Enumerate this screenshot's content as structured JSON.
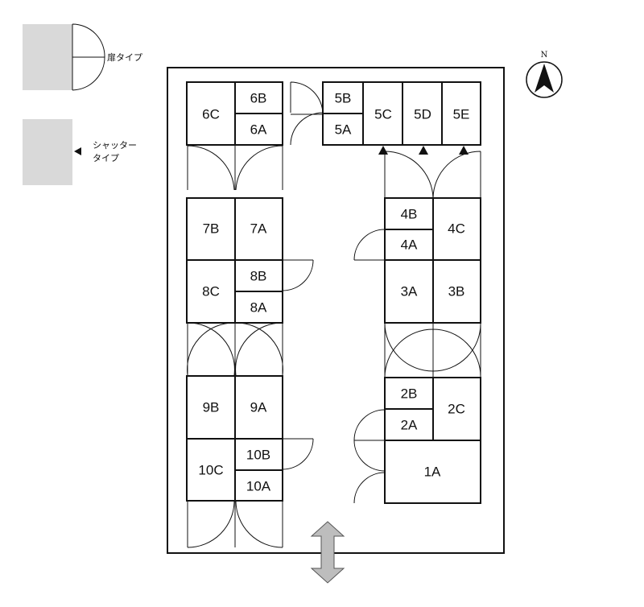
{
  "legend": {
    "door_type": "扉タイプ",
    "shutter_type_line1": "シャッター",
    "shutter_type_line2": "タイプ"
  },
  "compass": {
    "north_label": "N"
  },
  "units": {
    "u6C": "6C",
    "u6B": "6B",
    "u6A": "6A",
    "u5B": "5B",
    "u5A": "5A",
    "u5C": "5C",
    "u5D": "5D",
    "u5E": "5E",
    "u7B": "7B",
    "u7A": "7A",
    "u8C": "8C",
    "u8B": "8B",
    "u8A": "8A",
    "u9B": "9B",
    "u9A": "9A",
    "u10C": "10C",
    "u10B": "10B",
    "u10A": "10A",
    "u4B": "4B",
    "u4A": "4A",
    "u4C": "4C",
    "u3A": "3A",
    "u3B": "3B",
    "u2B": "2B",
    "u2A": "2A",
    "u2C": "2C",
    "u1A": "1A"
  },
  "colors": {
    "legend_gray": "#d9d9d9",
    "arrow_gray": "#bdbdbd",
    "line": "#111111"
  }
}
